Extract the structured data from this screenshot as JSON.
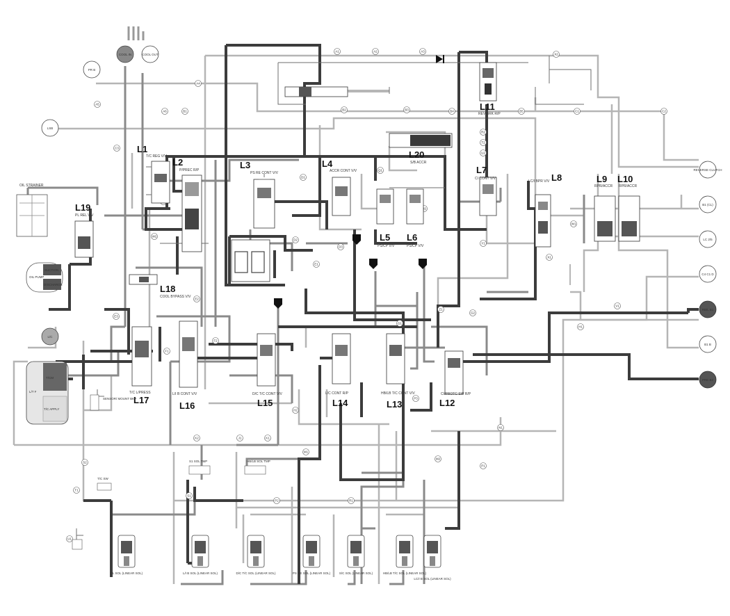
{
  "valves": {
    "l1": {
      "id": "L1",
      "name": "T/C REG V/V"
    },
    "l2": {
      "id": "L2",
      "name": "P/PREC R/P"
    },
    "l3": {
      "id": "L3",
      "name": "PS RE CONT V/V"
    },
    "l4": {
      "id": "L4",
      "name": "ACCR CONT V/V"
    },
    "l5": {
      "id": "L5",
      "name": "PS/CP V/V"
    },
    "l6": {
      "id": "L6",
      "name": "PS/CP V/V"
    },
    "l7": {
      "id": "L7",
      "name": "CI CONT V/V"
    },
    "l8": {
      "id": "L8",
      "name": "LC/I BPR V/V"
    },
    "l9": {
      "id": "L9",
      "name": "RPR/ACCR"
    },
    "l10": {
      "id": "L10",
      "name": "RPR/ACCR"
    },
    "l11": {
      "id": "L11",
      "name": "REV BRK R/P"
    },
    "l12": {
      "id": "L12",
      "name": "CI/PROTC SW R/P"
    },
    "l13": {
      "id": "L13",
      "name": "HB/LB T/C CONT V/V"
    },
    "l14": {
      "id": "L14",
      "name": "L/C CONT R/P"
    },
    "l15": {
      "id": "L15",
      "name": "D/C T/C CONT V/V"
    },
    "l16": {
      "id": "L16",
      "name": "L/I B CONT V/V"
    },
    "l17": {
      "id": "L17",
      "name": "T/C L/PRESS"
    },
    "l18": {
      "id": "L18",
      "name": "COOL BYPASS V/V"
    },
    "l19": {
      "id": "L19",
      "name": "PL REL V/V"
    },
    "l20": {
      "id": "L20",
      "name": "S/B ACCR"
    }
  },
  "ports": {
    "prn": "PR B",
    "coolin": "COOL IN",
    "coolout": "COOL OUT",
    "lsb": "LSB",
    "lic": "L/C",
    "tfp": "L/T F",
    "tcm": "T/CM",
    "tcap": "T/C APPLY",
    "suction": "SUCTION",
    "disch": "DISCHARGE",
    "oilpump": "OIL PUMP",
    "oilstrainer": "OIL STRAINER",
    "right": [
      "REVERSE CLUTCH",
      "B1 (CL)",
      "LC 2/5",
      "C4 C1 D",
      "RB/L B1",
      "B1 B",
      "PRE B2"
    ],
    "sensor": "SENSOR/ MOUNT BKP",
    "tcsw": "T/C SW",
    "sol1": "S1 SOL TMP",
    "sol2": "HB/LB SOL TMP"
  },
  "solenoids": [
    "PL SOL (LINEAR SOL)",
    "L/I B SOL (LINEAR SOL)",
    "D/C T/C SOL (LINEAR SOL)",
    "PS RE SOL (LINEAR SOL)",
    "S/C SOL (LINEAR SOL)",
    "HB/LB T/C SOL (LINEAR SOL)",
    "LC/I B SOL (LINEAR SOL)"
  ],
  "line_codes": [
    "A1",
    "A2",
    "A3",
    "A4",
    "A5",
    "A6",
    "B1",
    "B2",
    "B3",
    "B4",
    "B5",
    "C1",
    "C2",
    "C3",
    "C4",
    "D1",
    "D2",
    "D3",
    "E1",
    "E2",
    "E3",
    "F1",
    "F2",
    "G1",
    "G2",
    "H1",
    "H2",
    "J1",
    "K1",
    "K2",
    "M1",
    "M2",
    "N1",
    "P1",
    "P2",
    "R1",
    "S1",
    "S2",
    "T1",
    "U1",
    "V1",
    "W1",
    "X1",
    "Y1",
    "Z1",
    "P3",
    "Q1",
    "Q2",
    "R2",
    "T2",
    "U2",
    "V2",
    "W2",
    "X2"
  ],
  "colors": {
    "line_dark": "#3c3c3c",
    "line_mid": "#8a8a8a",
    "line_light": "#b5b5b5",
    "port_dark": "#555555"
  }
}
